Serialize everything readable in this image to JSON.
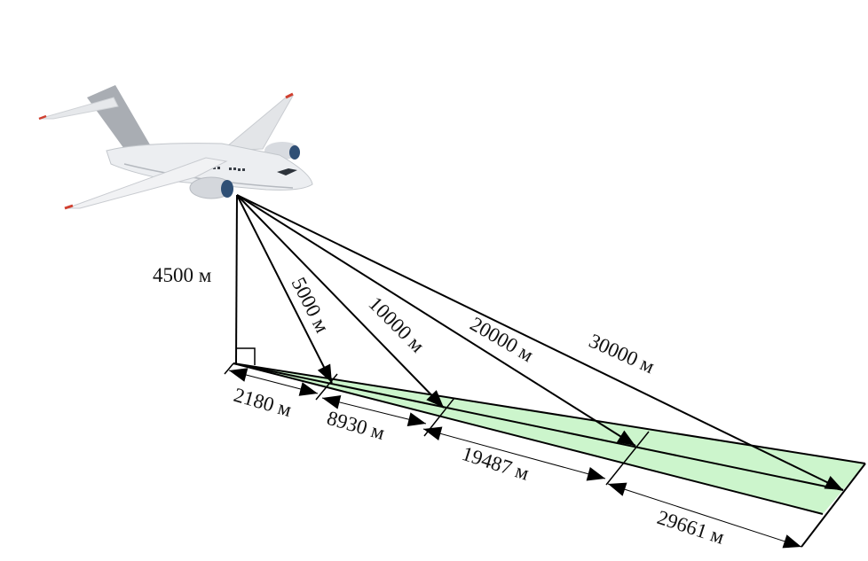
{
  "diagram": {
    "subject": "aircraft slant-range to ground-distance diagram",
    "altitude_label": "4500 м",
    "slant_ranges": [
      {
        "label": "5000 м",
        "value": 5000
      },
      {
        "label": "10000 м",
        "value": 10000
      },
      {
        "label": "20000 м",
        "value": 20000
      },
      {
        "label": "30000 м",
        "value": 30000
      }
    ],
    "ground_distances": [
      {
        "label": "2180 м",
        "value": 2180
      },
      {
        "label": "8930 м",
        "value": 8930
      },
      {
        "label": "19487 м",
        "value": 19487
      },
      {
        "label": "29661 м",
        "value": 29661
      }
    ],
    "colors": {
      "ground_strip": "#ccf5cc",
      "lines": "#000000",
      "background": "#ffffff"
    }
  }
}
